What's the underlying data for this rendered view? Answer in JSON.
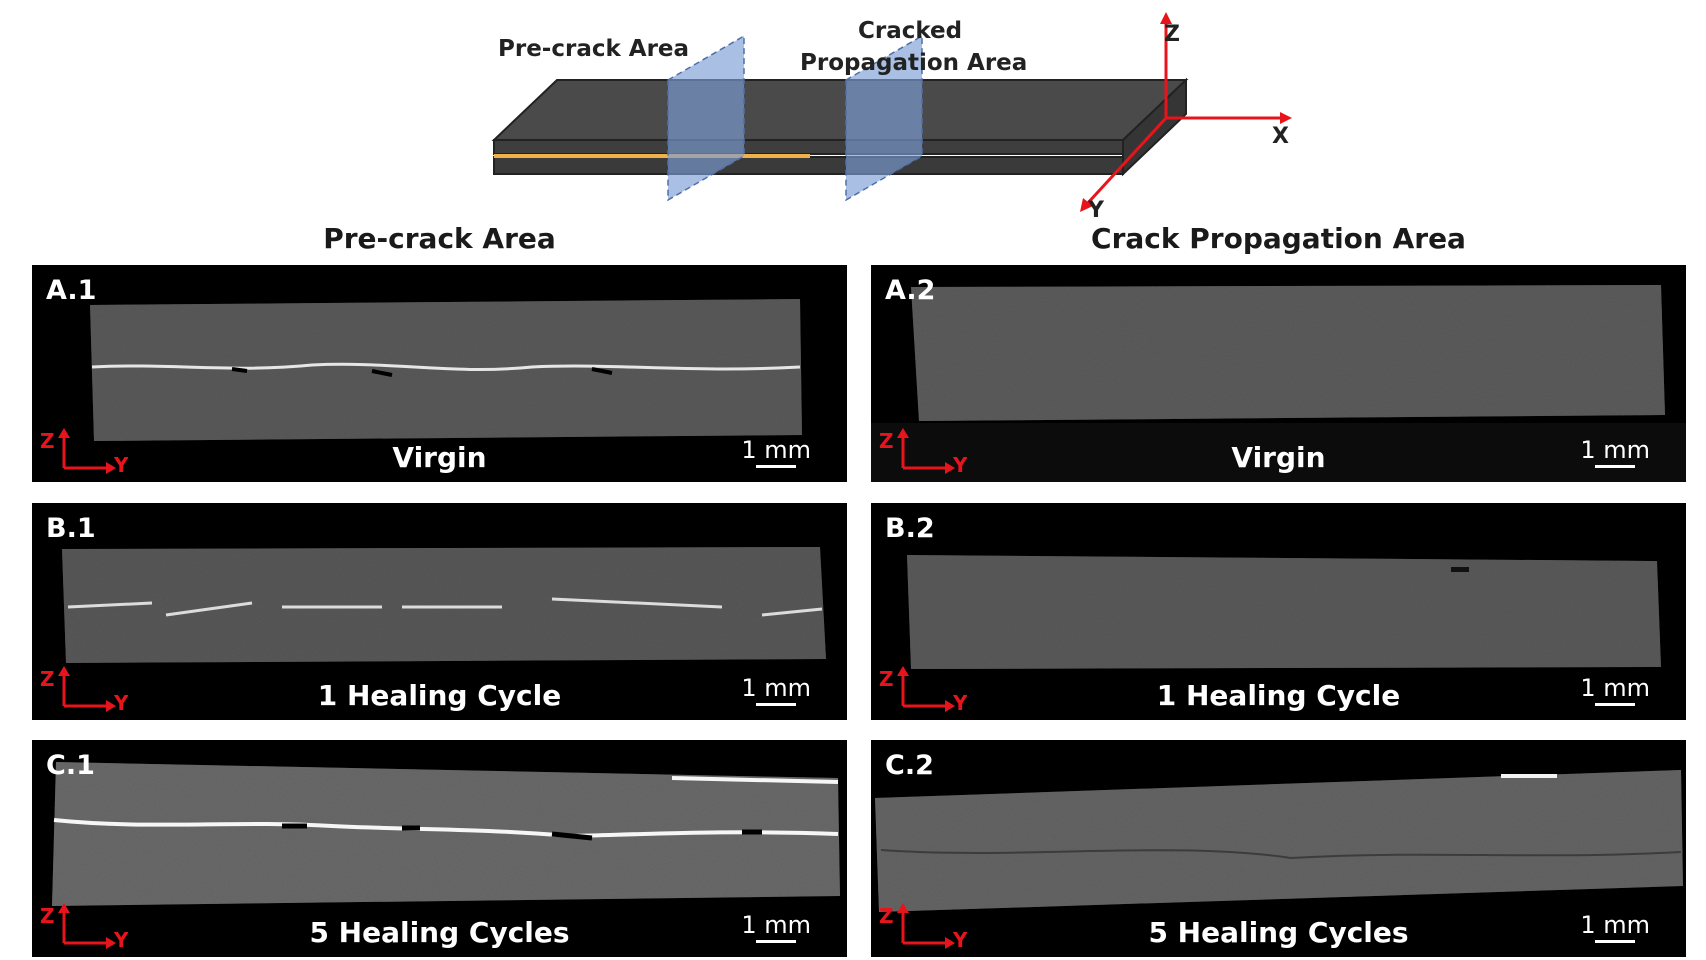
{
  "schematic": {
    "precrack_label": "Pre-crack Area",
    "cracked_label_line1": "Cracked",
    "cracked_label_line2": "Propagation Area",
    "axis_z": "Z",
    "axis_x": "X",
    "axis_y": "Y"
  },
  "columns": {
    "left_title": "Pre-crack Area",
    "right_title": "Crack Propagation Area"
  },
  "panels": {
    "a1": {
      "label": "A.1",
      "condition": "Virgin"
    },
    "a2": {
      "label": "A.2",
      "condition": "Virgin"
    },
    "b1": {
      "label": "B.1",
      "condition": "1 Healing Cycle"
    },
    "b2": {
      "label": "B.2",
      "condition": "1 Healing Cycle"
    },
    "c1": {
      "label": "C.1",
      "condition": "5 Healing Cycles"
    },
    "c2": {
      "label": "C.2",
      "condition": "5 Healing Cycles"
    }
  },
  "scale_label": "1 mm",
  "inset_axes": {
    "z": "Z",
    "y": "Y"
  },
  "colors": {
    "axis_red": "#e8141c",
    "plane_blue": "#7b9ed6",
    "plate_gray": "#4a4a4a",
    "film_orange": "#f0b04a",
    "specimen_gray": "#5e5e5e",
    "crack_white": "#f2f2f2"
  }
}
